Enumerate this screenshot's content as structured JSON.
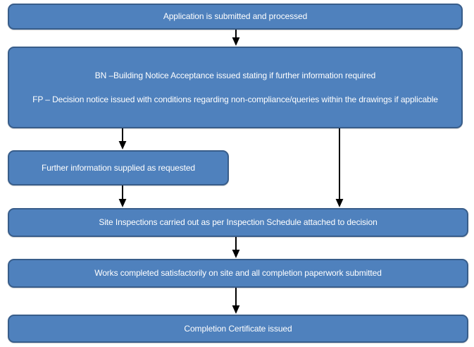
{
  "diagram": {
    "title": "Building control application process flowchart",
    "colors": {
      "node_fill": "#4f81bd",
      "node_border": "#385d8a",
      "node_text": "#ffffff",
      "arrow": "#000000",
      "background": "#ffffff"
    },
    "nodes": [
      {
        "id": "application",
        "lines": [
          "Application is submitted and processed"
        ]
      },
      {
        "id": "notice",
        "lines": [
          "BN –Building Notice Acceptance issued stating if further information required",
          "FP – Decision notice issued with conditions regarding non-compliance/queries within the drawings if applicable"
        ]
      },
      {
        "id": "further-information",
        "lines": [
          "Further information supplied as requested"
        ]
      },
      {
        "id": "site-inspections",
        "lines": [
          "Site Inspections carried out as per Inspection Schedule attached to decision"
        ]
      },
      {
        "id": "works-completed",
        "lines": [
          "Works completed satisfactorily on site and all completion paperwork submitted"
        ]
      },
      {
        "id": "completion-certificate",
        "lines": [
          "Completion Certificate issued"
        ]
      }
    ],
    "connectors": [
      {
        "id": "application-to-notice",
        "label": ""
      },
      {
        "id": "notice-to-further-information",
        "label": ""
      },
      {
        "id": "further-information-to-site-inspections",
        "label": ""
      },
      {
        "id": "notice-to-site-inspections",
        "label": ""
      },
      {
        "id": "site-inspections-to-works-completed",
        "label": ""
      },
      {
        "id": "works-completed-to-completion-certificate",
        "label": ""
      }
    ]
  }
}
